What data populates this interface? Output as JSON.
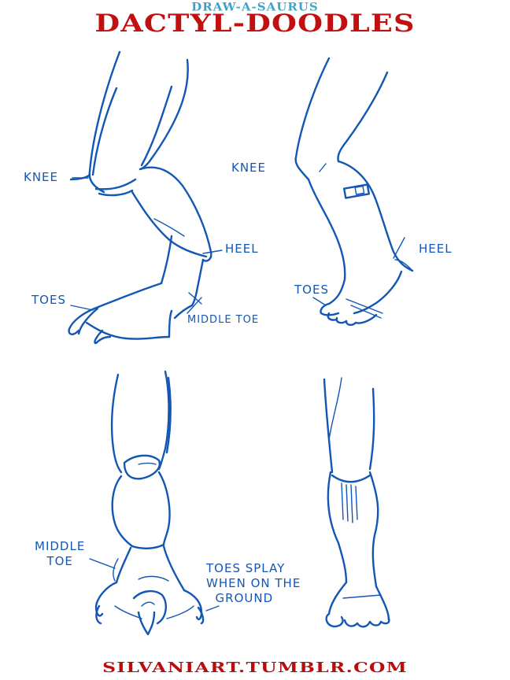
{
  "header": {
    "series_title": "DRAW-A-SAURUS",
    "title": "DACTYL-DOODLES"
  },
  "colors": {
    "sketch_blue": "#1357b4",
    "title_red": "#c21010",
    "subtitle_blue": "#4a86d0",
    "subtitle_teal": "#22b8b0"
  },
  "panels": {
    "dino_side": {
      "labels": {
        "knee": "KNEE",
        "heel": "HEEL",
        "toes": "TOES",
        "middle_toe": "MIDDLE TOE"
      }
    },
    "human_side": {
      "labels": {
        "knee": "KNEE",
        "heel": "HEEL",
        "toes": "TOES"
      }
    },
    "dino_front": {
      "labels": {
        "middle_toe": "MIDDLE\nTOE",
        "splay_note": "TOES SPLAY\nWHEN ON THE\n  GROUND"
      }
    },
    "human_front": {
      "labels": {}
    }
  },
  "footer": {
    "credit": "SILVANIART.TUMBLR.COM"
  }
}
